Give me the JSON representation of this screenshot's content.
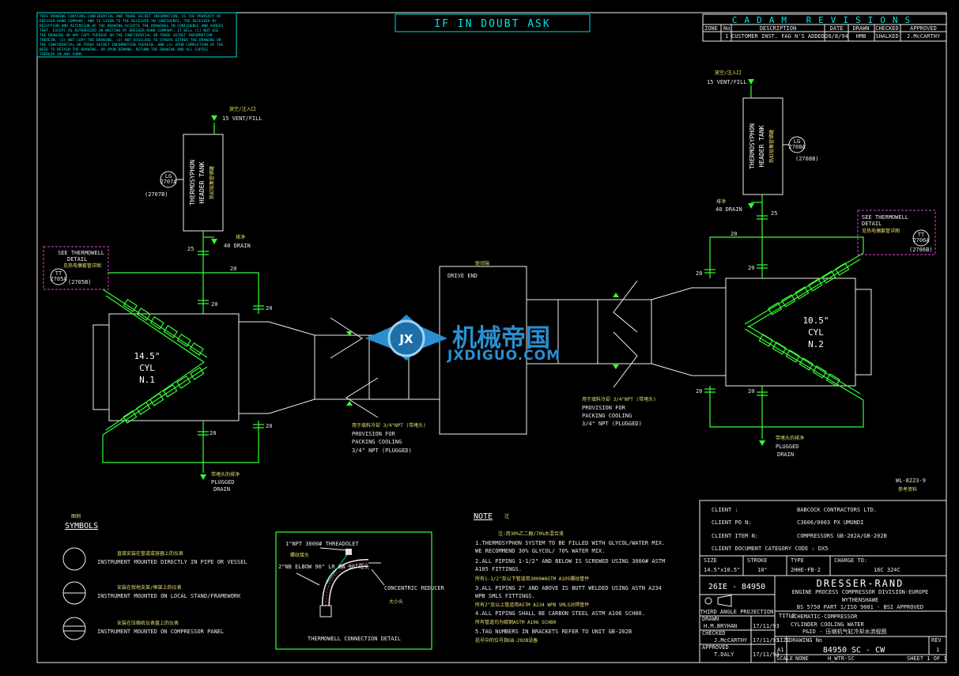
{
  "header": {
    "doubt_label": "IF IN DOUBT ASK",
    "confidential_lines": [
      "THIS DRAWING CONTAINS CONFIDENTIAL AND TRADE SECRET INFORMATION, IS THE PROPERTY OF",
      "DRESSER-RAND COMPANY, AND IS GIVEN TO THE RECEIVER IN CONFIDENCE. THE RECEIVER BY",
      "RECEPTION AND RETENTION OF THE DRAWING ACCEPTS THE DRAWINGS IN CONFIDENCE AND AGREES",
      "THAT, EXCEPT AS AUTHORIZED IN WRITING BY DRESSER-RAND COMPANY, IT WILL (1) NOT USE",
      "THE DRAWING OR ANY COPY THEREOF OR THE CONFIDENTIAL OR TRADE SECRET INFORMATION",
      "THEREIN, (2) NOT COPY THE DRAWING, (3) NOT DISCLOSE TO OTHERS EITHER THE DRAWING OR",
      "THE CONFIDENTIAL OR TRADE SECRET INFORMATION THEREIN, AND (4) UPON COMPLETION OF THE",
      "NEED TO RETAIN THE DRAWING, OR UPON DEMAND, RETURN THE DRAWING AND ALL COPIES",
      "THEREOF IN ANY FORM."
    ]
  },
  "revisions": {
    "title": "CADAM REVISIONS",
    "columns": [
      "ZONE",
      "No",
      "DESCRIPTION",
      "DATE",
      "DRAWN",
      "CHECKED",
      "APPROVED"
    ],
    "rows": [
      [
        "",
        "1",
        "CUSTOMER INST. FAG N'S ADDED",
        "26/8/94",
        "HMB",
        "SHALKED",
        "J.McCARTHY"
      ]
    ]
  },
  "left_unit": {
    "cylinder_label_1": "14.5\"",
    "cylinder_label_2": "CYL",
    "cylinder_label_3": "N.1",
    "tank_label_1": "THERMOSYPHON",
    "tank_label_2": "HEADER TANK",
    "tank_cn": "热虹吸集管储罐",
    "vent_cn": "放空/注入口",
    "vent": "15 VENT/FILL",
    "drain_cn": "排净",
    "drain": "40 DRAIN",
    "lg_tag": "LG",
    "lg_no": "2707A",
    "lg_sub": "(2707B)",
    "tt_tag": "TT",
    "tt_no": "2705A",
    "tt_sub": "(2705B)",
    "thermowell_1": "SEE THERMOWELL",
    "thermowell_2": "DETAIL",
    "thermowell_cn": "见热电偶套管详图",
    "plugged_cn": "带堵头的排净",
    "plugged_1": "PLUGGED",
    "plugged_2": "DRAIN",
    "size_25": "25",
    "size_20": "20"
  },
  "right_unit": {
    "cylinder_label_1": "10.5\"",
    "cylinder_label_2": "CYL",
    "cylinder_label_3": "N.2",
    "tank_label_1": "THERMOSYPHON",
    "tank_label_2": "HEADER TANK",
    "tank_cn": "热虹吸集管储罐",
    "vent_cn": "放空/注入口",
    "vent": "15 VENT/FILL",
    "drain_cn": "排净",
    "drain": "40 DRAIN",
    "lg_tag": "LG",
    "lg_no": "2708A",
    "lg_sub": "(2708B)",
    "tt_tag": "TT",
    "tt_no": "2706A",
    "tt_sub": "(2706B)",
    "thermowell_1": "SEE THERMOWELL",
    "thermowell_2": "DETAIL",
    "thermowell_cn": "见热电偶套管详图",
    "plugged_cn": "带堵头的排净",
    "plugged_1": "PLUGGED",
    "plugged_2": "DRAIN",
    "size_25": "25",
    "size_20": "20"
  },
  "center": {
    "drive_end": "DRIVE END",
    "drive_end_cn": "驱动端",
    "provision_cn": "用于填料冷却 3/4\"NPT (带堵头)",
    "provision_1": "PROVISION FOR",
    "provision_2": "PACKING COOLING",
    "provision_3": "3/4\" NPT (PLUGGED)"
  },
  "symbols": {
    "title": "SYMBOLS",
    "title_cn": "图例",
    "items": [
      {
        "cn": "直接安装在管道或容器上的仪表",
        "label": "INSTRUMENT MOUNTED DIRECTLY IN PIPE OR VESSEL"
      },
      {
        "cn": "安装在就地支架/框架上的仪表",
        "label": "INSTRUMENT MOUNTED ON LOCAL STAND/FRAMEWORK"
      },
      {
        "cn": "安装在压缩机仪表盘上的仪表",
        "label": "INSTRUMENT MOUNTED ON COMPRESSOR PANEL"
      }
    ]
  },
  "thermowell_detail": {
    "title": "THERMOWELL CONNECTION DETAIL",
    "l1": "1\"NPT 3000# THREADOLET",
    "l1_cn": "螺纹接头",
    "l2": "2\"NB ELBOW 90\" LR BW 90°弯头",
    "l3": "CONCENTRIC REDUCER",
    "l3_cn": "大小头"
  },
  "notes": {
    "title": "NOTE",
    "title_cn": "注",
    "items": [
      "注:用30%乙二醇/70%水混合液",
      "1.THERMOSYPHON SYSTEM TO BE FILLED WITH GLYCOL/WATER MIX.",
      "  WE RECOMMEND 30% GLYCOL/ 70% WATER MIX.",
      "2.ALL PIPING 1-1/2\" AND BELOW IS SCREWED USING 3000# ASTM",
      "  A105 FITTINGS.",
      "  所有1-1/2\"及以下管道用3000#ASTM A105螺纹管件",
      "3.ALL PIPING 2\" AND ABOVE IS BUTT WELDED USING ASTN A234",
      "  WPB SMLS FITTINGS.",
      "  所有2\"及以上管道用ASTM A234 WPB SMLS对焊管件",
      "4.ALL PIPING SHALL BE CARBON STEEL ASTM A106 SCH80.",
      "  所有管道均为碳钢ASTM A106 SCH80",
      "5.TAG NUMBERS IN BRACKETS REFER TO UNIT GB-202B",
      "  括号中的位号指GB-202B设备"
    ]
  },
  "title_block": {
    "client_label": "CLIENT :",
    "client": "BABCOCK CONTRACTORS LTD.",
    "po_label": "CLIENT PO N:",
    "po": "C3606/0003 PX UMUNDI",
    "item_label": "CLIENT ITEM N:",
    "item": "COMPRESSORS GB-202A/GB-202B",
    "category_label": "CLIENT DOCUMENT CATEGORY CODE : DX5",
    "size_h": "SIZE",
    "size": "14.5\"x10.5\"",
    "stroke_h": "STROKE",
    "stroke": "10\"",
    "type_h": "TYPE",
    "type": "2HHE-FB-2",
    "charge_h": "CHARGE TO:",
    "charge": "16C 324C",
    "job": "26IE - 84950",
    "company": "DRESSER-RAND",
    "division": "ENGINE PROCESS COMPRESSOR DIVISION-EUROPE",
    "location": "WYTHENSHAWE",
    "approval": "BS 5750 PART 1/ISO 9001 - BSI APPROVED",
    "projection": "THIRD ANGLE PROJECTION",
    "drawn_h": "DRAWN",
    "drawn": "H.M.BRYHAN",
    "checked_h": "CHECKED",
    "checked": "J.McCARTHY",
    "approved_h": "APPROVED",
    "approved": "T.DALY",
    "date": "17/11/93",
    "title_h": "TITLE",
    "title_1": "SCHEMATIC-COMPRESSOR",
    "title_2": "CYLINDER COOLING WATER",
    "title_3": "P&ID - 压缩机气缸冷却水流程图",
    "size_l": "SIZE",
    "sheet_size": "A1",
    "drawing_no_h": "DRAWING No",
    "drawing_no": "84950 SC - CW",
    "rev_h": "REV",
    "rev": "1",
    "scale_h": "SCALE",
    "scale": "NONE",
    "file": "H_WTR-SC",
    "sheet": "SHEET 1 OF 1",
    "ref_no": "WL-8223-9",
    "ref_cn": "参考资料"
  },
  "watermark": {
    "cn": "机械帝国",
    "en": "JXDIGUO.COM",
    "emblem": "JX"
  }
}
